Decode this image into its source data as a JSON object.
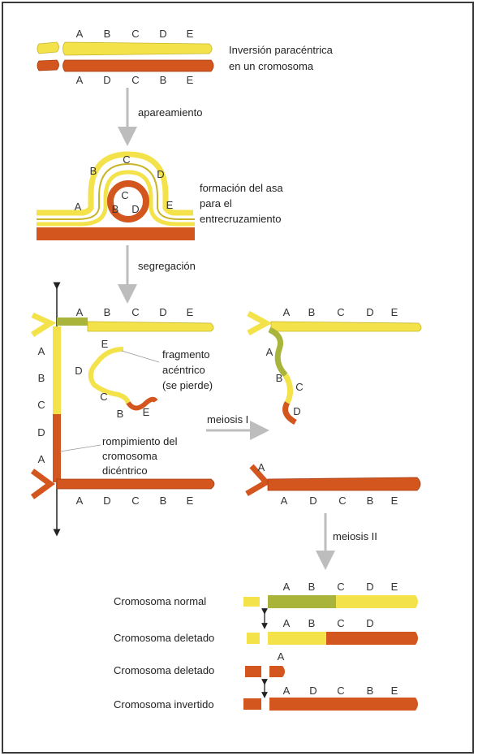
{
  "colors": {
    "yellow": "#f3e24a",
    "orange": "#d3561f",
    "olive": "#a9b43a",
    "arrow": "#bdbdbd",
    "frame": "#3a3a3a"
  },
  "genes": {
    "normal": [
      "A",
      "B",
      "C",
      "D",
      "E"
    ],
    "inverted": [
      "A",
      "D",
      "C",
      "B",
      "E"
    ],
    "loop": [
      "B",
      "C",
      "D"
    ],
    "loop_inner": [
      "C",
      "B",
      "D"
    ],
    "deleted_product": [
      "A",
      "B",
      "C",
      "D"
    ],
    "deleted_small": [
      "A"
    ],
    "left_column": [
      "A",
      "B",
      "C",
      "D",
      "A"
    ],
    "fragment": [
      "E",
      "D",
      "C",
      "B",
      "E"
    ],
    "wavy_right": [
      "A",
      "B",
      "C",
      "D"
    ]
  },
  "labels": {
    "inversion_line1": "Inversión paracéntrica",
    "inversion_line2": "en un cromosoma",
    "pairing": "apareamiento",
    "loop_line1": "formación del asa",
    "loop_line2": "para el",
    "loop_line3": "entrecruzamiento",
    "segregation": "segregación",
    "fragment_line1": "fragmento",
    "fragment_line2": "acéntrico",
    "fragment_line3": "(se pierde)",
    "meiosis1": "meiosis I",
    "breakage_line1": "rompimiento del",
    "breakage_line2": "cromosoma",
    "breakage_line3": "dicéntrico",
    "meiosis2": "meiosis II",
    "chrom_normal": "Cromosoma normal",
    "chrom_deleted_1": "Cromosoma deletado",
    "chrom_deleted_2": "Cromosoma deletado",
    "chrom_inverted": "Cromosoma invertido"
  }
}
